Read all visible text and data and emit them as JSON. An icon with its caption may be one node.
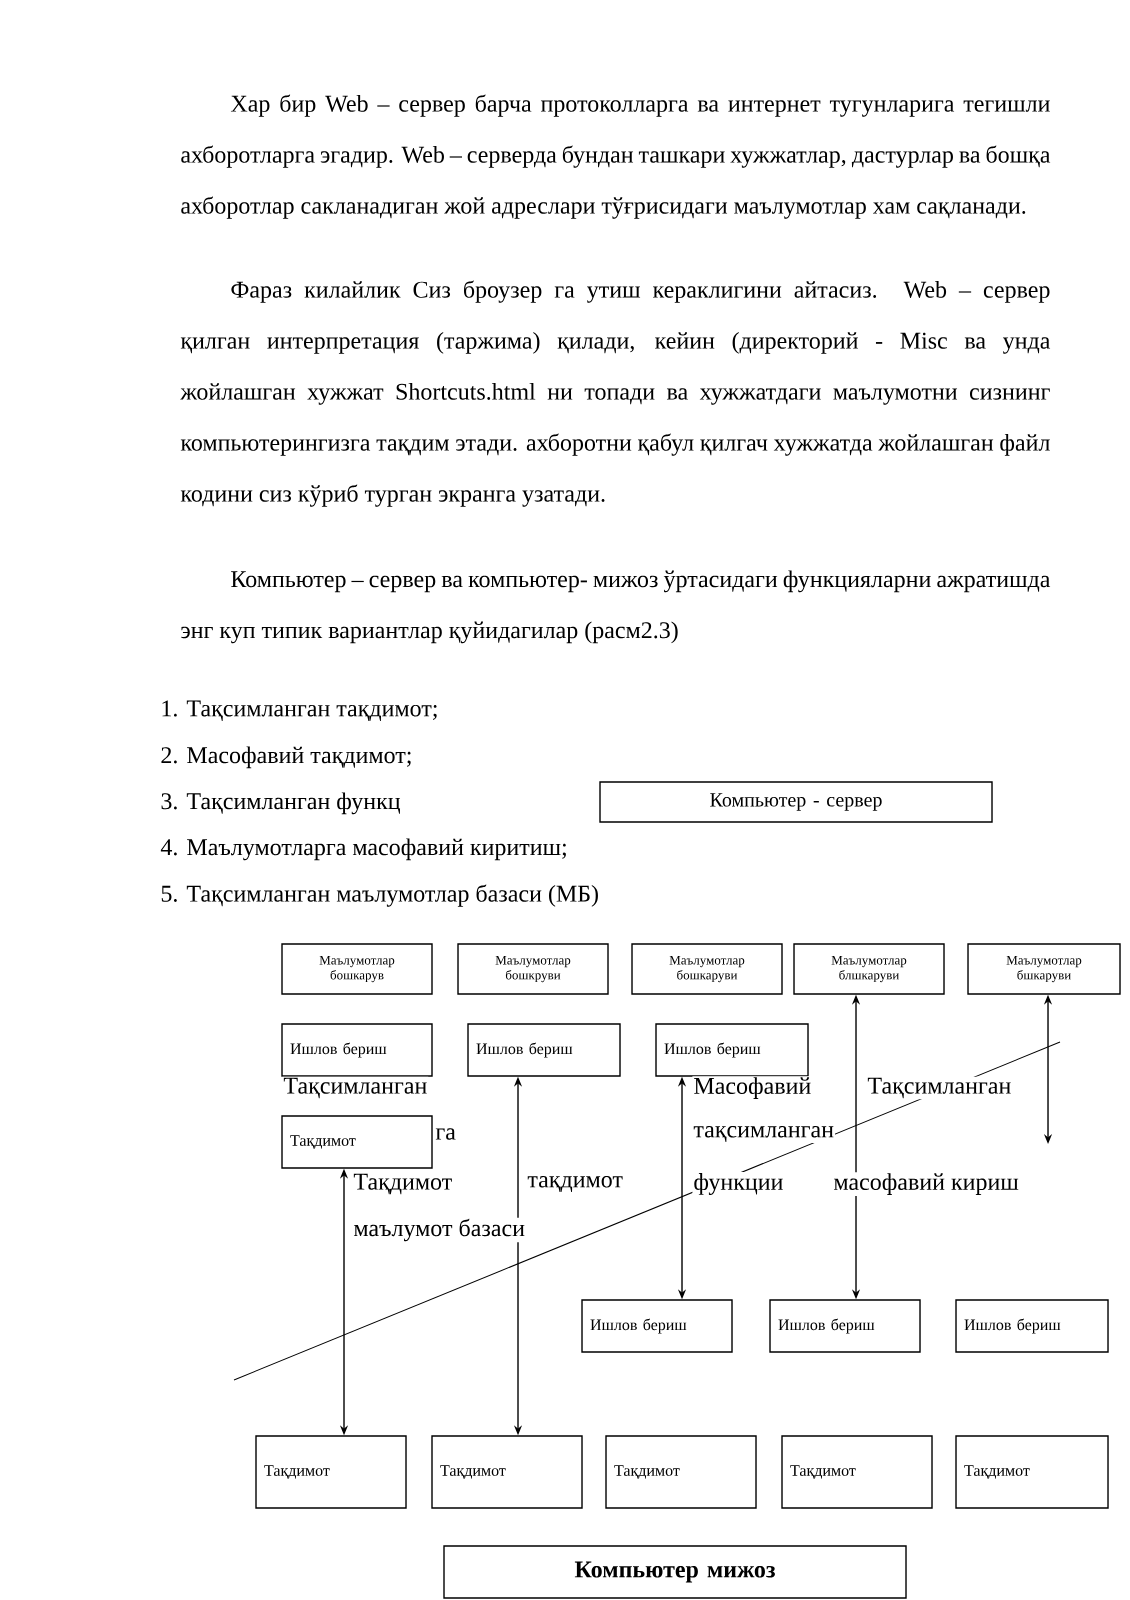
{
  "diagram": {
    "nodes": [
      {
        "text": [
          "Компьютер - сервер"
        ]
      },
      {
        "text": [
          "Маълумотлар бошкарув"
        ]
      },
      {
        "text": [
          "Маълумотлар бошкруви"
        ]
      },
      {
        "text": [
          "Маълумотлар бошкаруви"
        ]
      },
      {
        "text": [
          "Маълумотлар блшкаруви"
        ]
      },
      {
        "text": [
          "Маълумотлар бшкаруви"
        ]
      },
      {
        "text": [
          "Ишлов бериш"
        ]
      },
      {
        "text": [
          "Ишлов бериш"
        ]
      },
      {
        "text": [
          "Ишлов бериш"
        ]
      },
      {
        "text": [
          "Тақдимот"
        ]
      },
      {
        "text": [
          "Ишлов бериш"
        ]
      },
      {
        "text": [
          "Ишлов бериш"
        ]
      },
      {
        "text": [
          "Ишлов бериш"
        ]
      },
      {
        "text": [
          "Тақдимот"
        ]
      },
      {
        "text": [
          "Тақдимот"
        ]
      },
      {
        "text": [
          "Тақдимот"
        ]
      },
      {
        "text": [
          "Тақдимот"
        ]
      },
      {
        "text": [
          "Тақдимот"
        ]
      },
      {
        "text": [
          "Компьютер мижоз"
        ]
      }
    ],
    "edges": [
      {
        "from": 13,
        "to": 9,
        "arrow": "both"
      },
      {
        "from": 14,
        "to": 7,
        "arrow": "both"
      },
      {
        "from": 10,
        "to": 8,
        "arrow": "both"
      },
      {
        "from": 11,
        "to": 4,
        "arrow": "both"
      },
      {
        "from": null,
        "to": 5,
        "arrow": "both"
      }
    ],
    "labels": [
      "Хар бир Web – сервер барча протоколларга ва интернет тугунларига тегишли ахборотларга эгадир. Web – серверда бундан ташкари хужжатлар, дастурлар ва бошқа ахборотлар сакланадиган жой адреслари тўғрисидаги маълумотлар хам сақланади.",
      "Фараз килайлик Сиз броузер га утиш кераклигини айтасиз. Web – сервер қилган интерпретация (таржима) қилади, кейин (директорий - Misc ва унда жойлашган хужжат Shortcuts.html ни топади ва хужжатдаги маълумотни сизнинг компьютерингизга тақдим этади. ахборотни қабул қилгач хужжатда жойлашган файл кодини сиз кўриб турган экранга узатади.",
      "Компьютер – сервер ва компьютер- мижоз ўртасидаги функцияларни ажратишда энг куп типик вариантлар қуйидагилар (расм2.3)",
      "1. Тақсимланган тақдимот;",
      "2. Масофавий тақдимот;",
      "3. Тақсимланган функц",
      "4. Маълумотларга масофавий киритиш;",
      "5. Тақсимланган маълумотлар базаси (МБ)",
      "Тақсимланган",
      "Масофавий",
      "Тақсимланган",
      "га",
      "тақсимланган",
      "Тақдимот",
      "тақдимот",
      "функции",
      "масофавий кириш",
      "маълумот базаси"
    ]
  }
}
